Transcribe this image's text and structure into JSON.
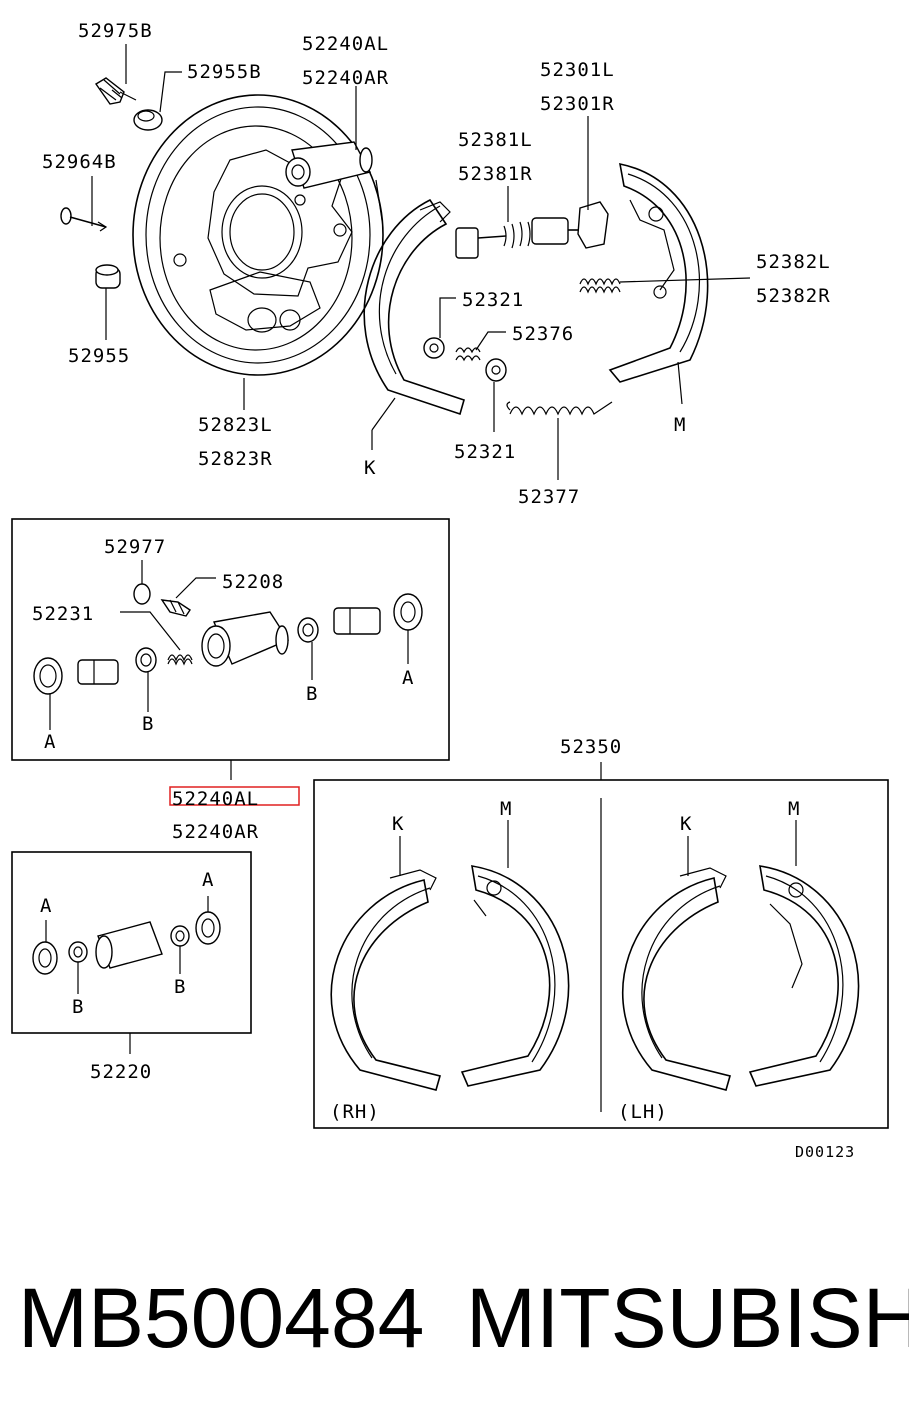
{
  "labels": {
    "p52975B": "52975B",
    "p52955B": "52955B",
    "p52964B": "52964B",
    "p52955": "52955",
    "p52823L": "52823L",
    "p52823R": "52823R",
    "p52240AL_top": "52240AL",
    "p52240AR_top": "52240AR",
    "p52381L": "52381L",
    "p52381R": "52381R",
    "p52301L": "52301L",
    "p52301R": "52301R",
    "p52382L": "52382L",
    "p52382R": "52382R",
    "p52321_a": "52321",
    "p52376": "52376",
    "p52321_b": "52321",
    "p52377": "52377",
    "K_top": "K",
    "M_top": "M",
    "p52977": "52977",
    "p52208": "52208",
    "p52231": "52231",
    "A_left": "A",
    "B_left": "B",
    "B_mid": "B",
    "A_right": "A",
    "p52240AL_mid": "52240AL",
    "p52240AR_mid": "52240AR",
    "p52350": "52350",
    "K_rh": "K",
    "M_rh": "M",
    "K_lh": "K",
    "M_lh": "M",
    "rh": "(RH)",
    "lh": "(LH)",
    "A_kit1": "A",
    "A_kit2": "A",
    "B_kit1": "B",
    "B_kit2": "B",
    "p52220": "52220",
    "diagram_code": "D00123"
  },
  "footer": {
    "part_number": "MB500484",
    "brand": "MITSUBISHI"
  },
  "highlight_color": "#e02020"
}
